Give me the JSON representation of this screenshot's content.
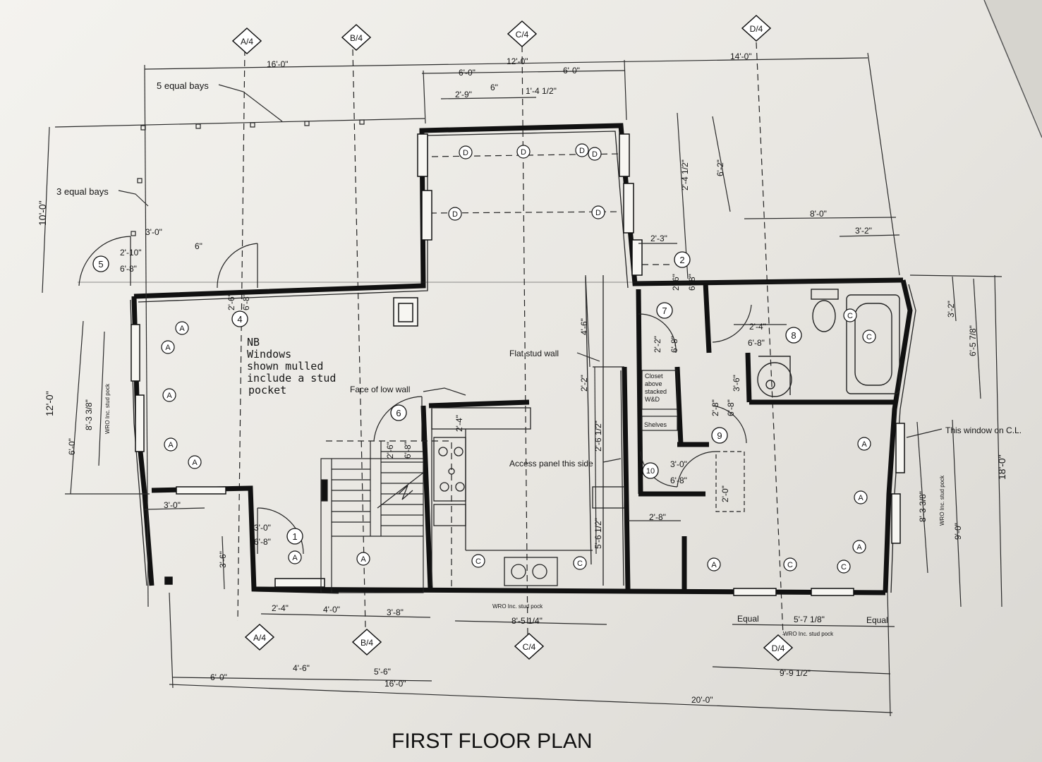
{
  "title": "FIRST FLOOR PLAN",
  "grid_refs": {
    "top": [
      "A/4",
      "B/4",
      "C/4",
      "D/4"
    ],
    "bottom": [
      "A/4",
      "B/4",
      "C/4",
      "D/4"
    ]
  },
  "door_tags": [
    "1",
    "2",
    "4",
    "5",
    "6",
    "7",
    "8",
    "9",
    "10"
  ],
  "window_tag": "A",
  "fixture_tags": [
    "C",
    "D"
  ],
  "notes": {
    "five_bays": "5 equal bays",
    "three_bays": "3 equal bays",
    "nb": [
      "NB",
      "Windows",
      "shown mulled",
      "include a stud",
      "pocket"
    ],
    "flat_stud_wall": "Flat stud wall",
    "face_low_wall": "Face of low wall",
    "access_panel": "Access panel this side",
    "this_window": "This window on C.L.",
    "wro_left": "WRO Inc. stud pock",
    "wro_right": "WRO Inc. stud pock",
    "wro_bottom": "WRO Inc. stud pock",
    "wro_bottom_right": "WRO Inc. stud pock",
    "shelves": "Shelves",
    "closet": [
      "Closet",
      "above",
      "stacked",
      "W&D"
    ]
  },
  "dims": {
    "top_16": "16'-0\"",
    "top_12": "12'-0\"",
    "top_14": "14'-0\"",
    "top_6a": "6'-0\"",
    "top_6b": "6'-0\"",
    "top_29": "2'-9\"",
    "top_6in": "6\"",
    "top_1412": "1'-4 1/2\"",
    "left_10": "10'-0\"",
    "d5_w": "2'-10\"",
    "d5_h": "6'-8\"",
    "d_30": "3'-0\"",
    "d_6in": "6\"",
    "d4_w": "2'-6\"",
    "d4_h": "6'-8\"",
    "r_2412": "2'-4 1/2\"",
    "r_62": "6'-2\"",
    "r_80": "8'-0\"",
    "r_32": "3'-2\"",
    "r_23": "2'-3\"",
    "d2_w": "2'-6\"",
    "d2_h": "6'-8\"",
    "r_32v": "3'-2\"",
    "r_65718": "6'-5 7/8\"",
    "r_46": "4'-6\"",
    "d7_w": "2'-2\"",
    "d7_h": "6'-8\"",
    "d8_w": "2'-4\"",
    "d8_h": "6'-8\"",
    "r_36": "3'-6\"",
    "r_22": "2'-2\"",
    "d9_w": "2'-8\"",
    "d9_h": "6'-8\"",
    "d6_w": "2'-6\"",
    "d6_h": "6'-8\"",
    "k_24": "2'-4\"",
    "k_2612": "2'-6 1/2\"",
    "d10_w": "3'-0\"",
    "d10_h": "6'-8\"",
    "r_20": "2'-0\"",
    "r_28": "2'-8\"",
    "k_5612": "5'-6 1/2\"",
    "k_8514": "8'-5 1/4\"",
    "k_30": "3'-0\"",
    "l_12": "12'-0\"",
    "l_83318": "8'-3 3/8\"",
    "l_60": "6'-0\"",
    "d1_w": "3'-0\"",
    "d1_h": "6'-8\"",
    "l_36": "3'-6\"",
    "b_24": "2'-4\"",
    "b_40": "4'-0\"",
    "b_38": "3'-8\"",
    "b_60": "6'-0\"",
    "b_46": "4'-6\"",
    "b_56": "5'-6\"",
    "b_16": "16'-0\"",
    "b_20": "20'-0\"",
    "b_eq1": "Equal",
    "b_5718": "5'-7 1/8\"",
    "b_eq2": "Equal",
    "b_99": "9'-9 1/2\"",
    "r_83318": "8'-3 3/8\"",
    "r_90": "9'-0\"",
    "r_18": "18'-0\""
  }
}
